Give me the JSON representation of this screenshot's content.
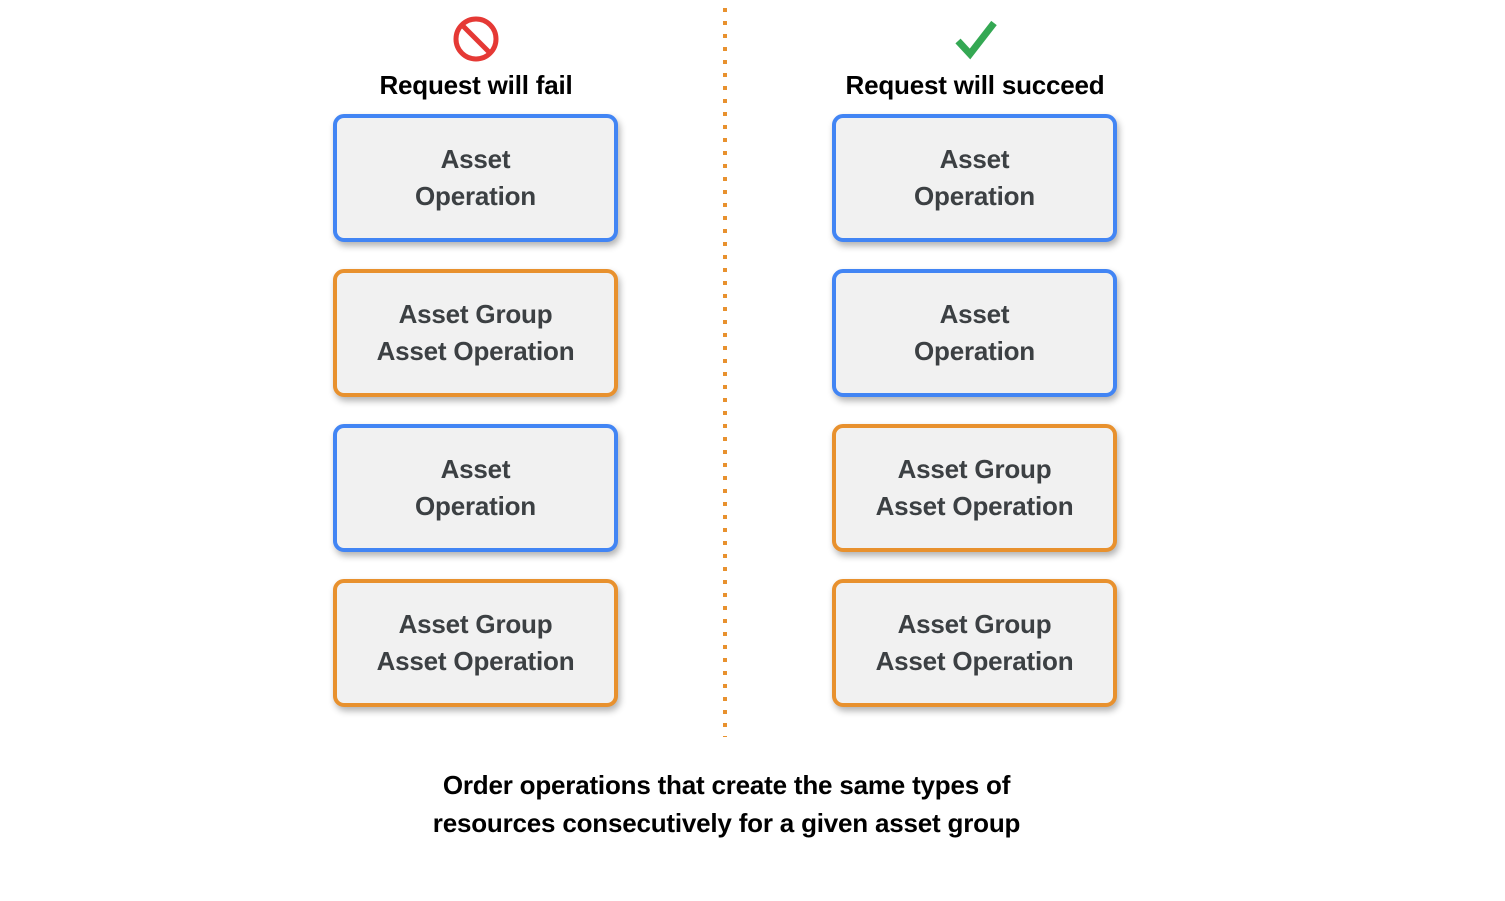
{
  "diagram": {
    "caption": "Order operations that create the same types of\nresources consecutively for a given asset group",
    "colors": {
      "blue": "#4285f4",
      "orange": "#e8912e",
      "red": "#e53935",
      "green": "#34a853",
      "card_fill": "#f1f1f1",
      "card_text": "#3c4043",
      "divider": "#e8912e",
      "background": "#ffffff"
    },
    "divider": {
      "icon": "dotted-vertical-divider",
      "style": "dotted"
    },
    "columns": [
      {
        "id": "fail",
        "icon": "prohibition-icon",
        "title": "Request will fail",
        "cards": [
          {
            "label": "Asset\nOperation",
            "accent": "blue"
          },
          {
            "label": "Asset Group\nAsset Operation",
            "accent": "orange"
          },
          {
            "label": "Asset\nOperation",
            "accent": "blue"
          },
          {
            "label": "Asset Group\nAsset Operation",
            "accent": "orange"
          }
        ]
      },
      {
        "id": "succeed",
        "icon": "checkmark-icon",
        "title": "Request will succeed",
        "cards": [
          {
            "label": "Asset\nOperation",
            "accent": "blue"
          },
          {
            "label": "Asset\nOperation",
            "accent": "blue"
          },
          {
            "label": "Asset Group\nAsset Operation",
            "accent": "orange"
          },
          {
            "label": "Asset Group\nAsset Operation",
            "accent": "orange"
          }
        ]
      }
    ]
  }
}
